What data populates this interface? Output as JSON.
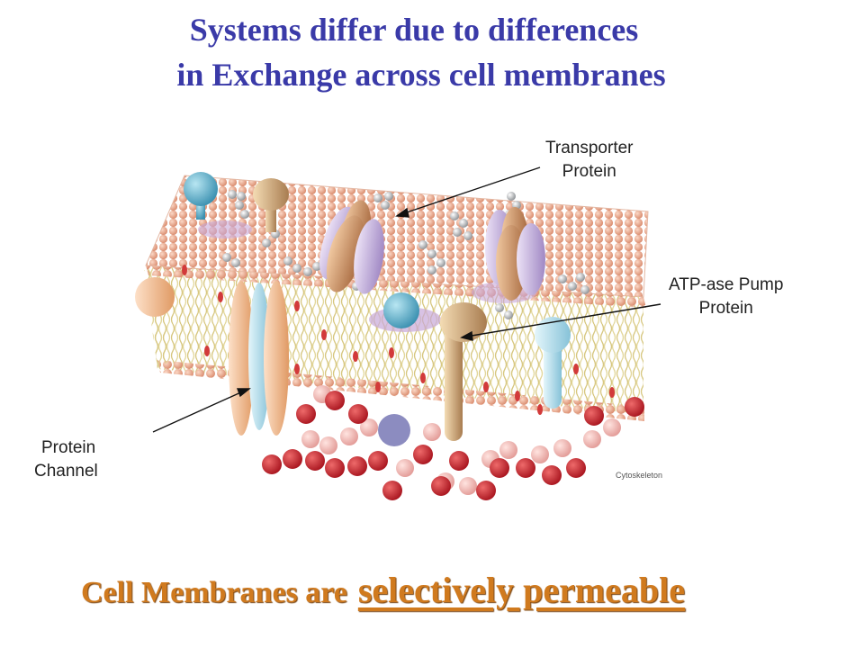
{
  "title": {
    "line1": "Systems differ due to differences",
    "line2": "in Exchange across cell membranes"
  },
  "labels": {
    "transporter": [
      "Transporter",
      "Protein"
    ],
    "atpase": [
      "ATP-ase Pump",
      "Protein"
    ],
    "channel": [
      "Protein",
      "Channel"
    ],
    "cytoskeleton": "Cytoskeleton"
  },
  "footer": {
    "prefix": "Cell Membranes are",
    "emphasis": "selectively permeable"
  },
  "colors": {
    "title": "#3a3aa8",
    "footer": "#d07a1e",
    "lipid_head": "#e8a58a",
    "lipid_tail": "#d8cc88",
    "protein_orange": "#f2b98c",
    "protein_blue": "#a8d6e6",
    "protein_lilac": "#c8b4dc",
    "protein_tan": "#d8b68c",
    "cyto_red": "#c42a36",
    "cyto_pink": "#f0b8b4"
  }
}
